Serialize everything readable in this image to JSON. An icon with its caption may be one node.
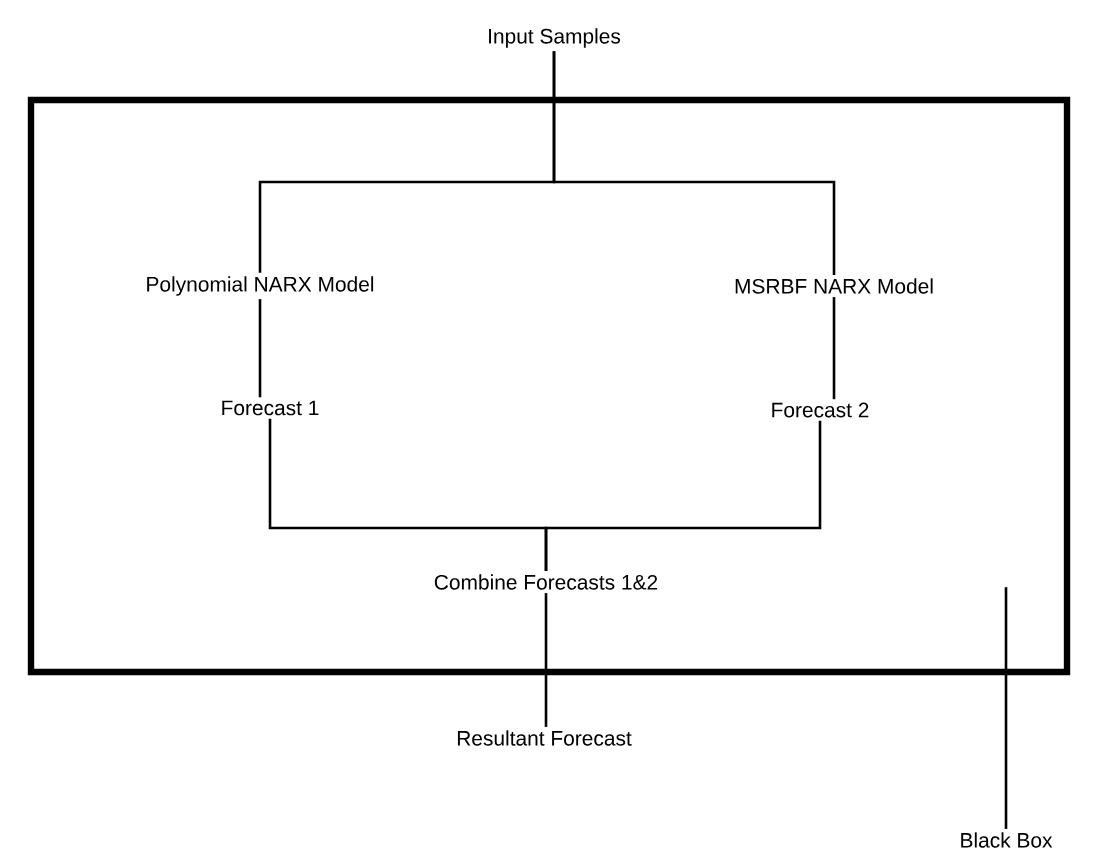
{
  "diagram": {
    "nodes": [
      {
        "text": [],
        "shape": "box"
      },
      {
        "text": [
          "Input Samples"
        ]
      },
      {
        "text": [
          "Polynomial NARX Model"
        ],
        "in": 0
      },
      {
        "text": [
          "MSRBF NARX Model"
        ],
        "in": 0
      },
      {
        "text": [
          "Forecast 1"
        ],
        "in": 0
      },
      {
        "text": [
          "Forecast 2"
        ],
        "in": 0
      },
      {
        "text": [
          "Combine Forecasts 1&2"
        ],
        "in": 0
      },
      {
        "text": [
          "Resultant Forecast"
        ]
      },
      {
        "text": [
          "Black Box"
        ]
      }
    ],
    "edges": [
      {
        "from": 1,
        "to": 2,
        "arrow": "none"
      },
      {
        "from": 1,
        "to": 3,
        "arrow": "none"
      },
      {
        "from": 2,
        "to": 4,
        "arrow": "none"
      },
      {
        "from": 3,
        "to": 5,
        "arrow": "none"
      },
      {
        "from": 4,
        "to": 6,
        "arrow": "none"
      },
      {
        "from": 5,
        "to": 6,
        "arrow": "none"
      },
      {
        "from": 6,
        "to": 7,
        "arrow": "none"
      },
      {
        "from": 8,
        "to": 0,
        "arrow": "none"
      }
    ]
  }
}
